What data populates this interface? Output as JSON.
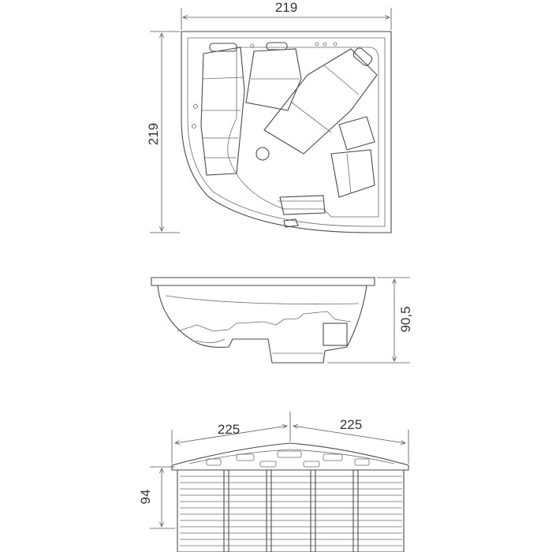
{
  "dimensions": {
    "top_width": "219",
    "top_depth": "219",
    "side_height": "90,5",
    "front_left": "225",
    "front_right": "225",
    "front_height": "94"
  },
  "colors": {
    "line": "#4a4a4a",
    "text": "#333333",
    "background": "#ffffff"
  }
}
